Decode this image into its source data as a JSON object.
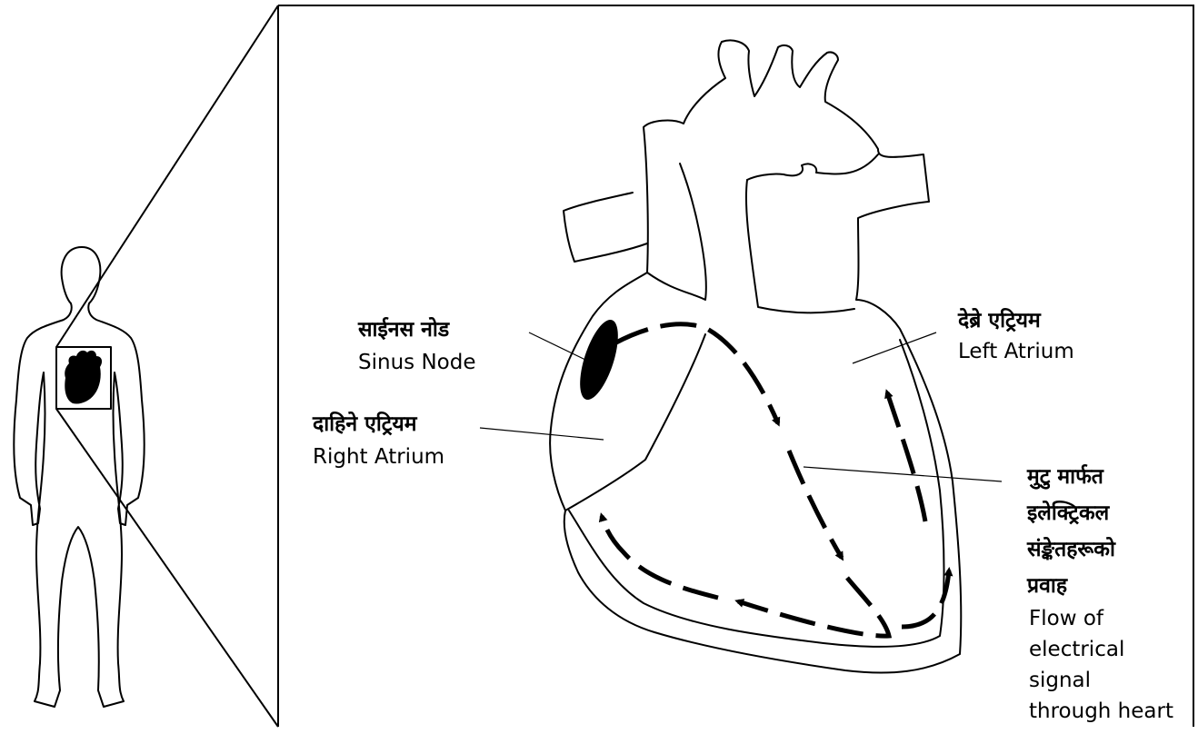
{
  "colors": {
    "ink": "#000000",
    "paper": "#ffffff"
  },
  "labels": {
    "sinus_node": {
      "ne": "साईनस नोड",
      "en": "Sinus Node"
    },
    "right_atrium": {
      "ne": "दाहिने एट्रियम",
      "en": "Right Atrium"
    },
    "left_atrium": {
      "ne": "देब्रे एट्रियम",
      "en": "Left Atrium"
    },
    "flow": {
      "ne": [
        "मुटु मार्फत",
        "इलेक्ट्रिकल",
        "संङ्केतहरूको",
        "प्रवाह"
      ],
      "en": [
        "Flow of",
        "electrical",
        "signal",
        "through heart"
      ]
    }
  }
}
